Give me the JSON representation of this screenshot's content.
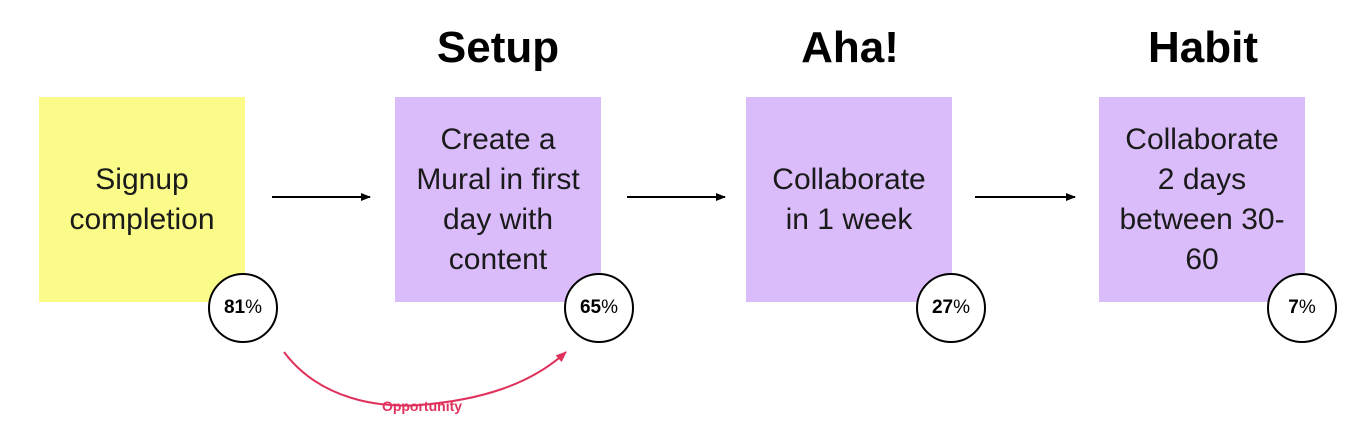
{
  "colors": {
    "signup_note": "#fbfb8a",
    "stage_note": "#dabcfa",
    "opportunity": "#e0315c",
    "arrow": "#000000"
  },
  "stages": [
    {
      "heading": "",
      "note": "Signup\ncompletion",
      "percent_value": "81",
      "percent_sign": "%"
    },
    {
      "heading": "Setup",
      "note": "Create a\nMural in first\nday with\ncontent",
      "percent_value": "65",
      "percent_sign": "%"
    },
    {
      "heading": "Aha!",
      "note": "Collaborate\nin 1 week",
      "percent_value": "27",
      "percent_sign": "%"
    },
    {
      "heading": "Habit",
      "note": "Collaborate\n2 days\nbetween 30-\n60",
      "percent_value": "7",
      "percent_sign": "%"
    }
  ],
  "opportunity": {
    "label": "Opportunity"
  }
}
